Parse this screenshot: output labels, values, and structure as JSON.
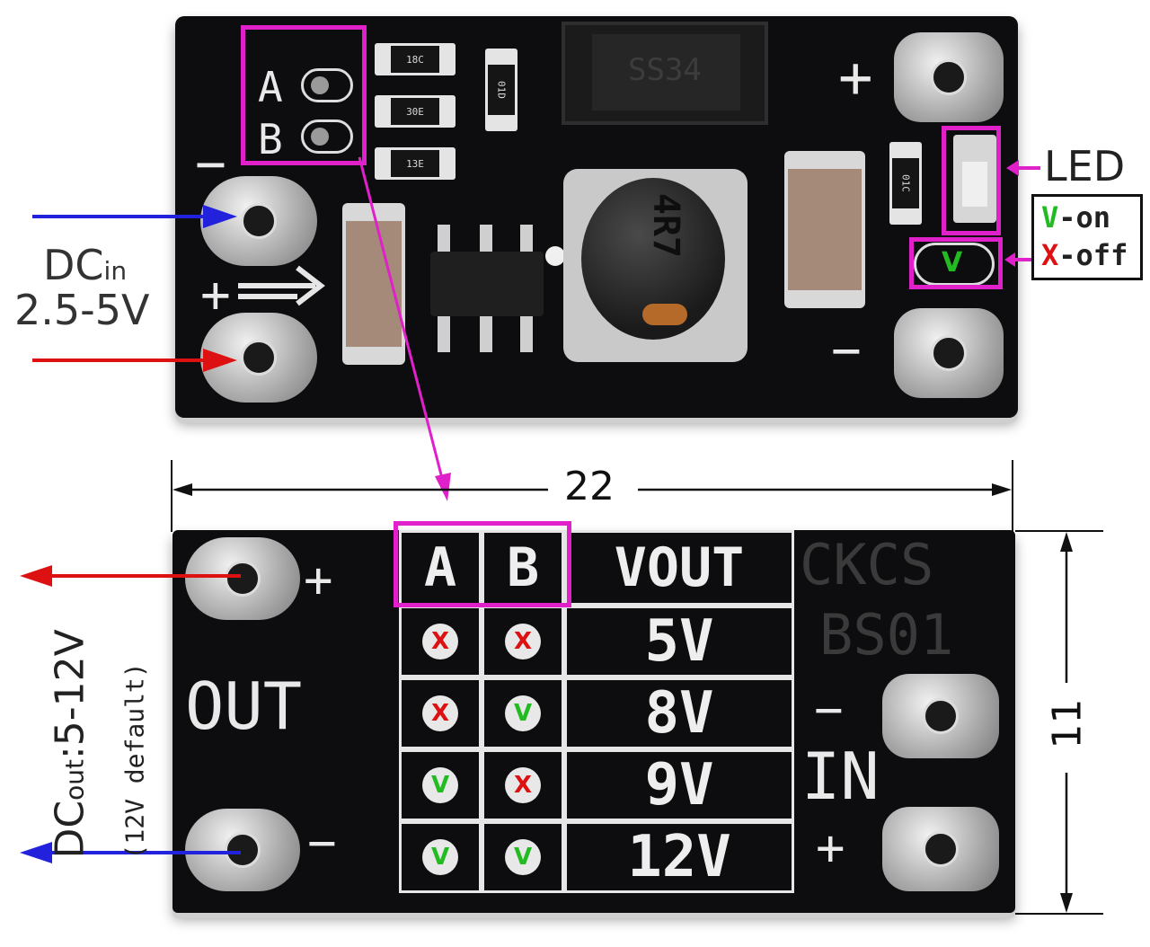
{
  "top_board": {
    "jumper_a": "A",
    "jumper_b": "B",
    "plus": "+",
    "minus": "−",
    "minus_right": "−",
    "res_1": "18C",
    "res_2": "30E",
    "res_3": "13E",
    "res_small": "01D",
    "res_small2": "01C",
    "inductor_code": "4R7",
    "diode_code": "SS34"
  },
  "input": {
    "label_dc": "DC",
    "label_sub": "in",
    "label_range": "2.5-5V"
  },
  "led": {
    "label": "LED",
    "on_symbol": "V",
    "on_text": "-on",
    "off_symbol": "X",
    "off_text": "-off",
    "pad_mark": "V"
  },
  "dimensions": {
    "width": "22",
    "height": "11"
  },
  "bottom_board": {
    "brand_line1": "CKCS",
    "brand_line2": "BS01",
    "out_label": "OUT",
    "in_label": "IN",
    "plus_top": "+",
    "minus_left": "−",
    "minus_right": "−",
    "plus_right": "+",
    "table": {
      "headers": [
        "A",
        "B",
        "VOUT"
      ],
      "rows": [
        {
          "a": "X",
          "b": "X",
          "vout": "5V"
        },
        {
          "a": "X",
          "b": "V",
          "vout": "8V"
        },
        {
          "a": "V",
          "b": "X",
          "vout": "9V"
        },
        {
          "a": "V",
          "b": "V",
          "vout": "12V"
        }
      ]
    }
  },
  "output": {
    "label_dc": "DC",
    "label_sub": "out",
    "label_range": ":5-12V",
    "label_default": "(12V default)"
  },
  "colors": {
    "magenta": "#e020c8",
    "red": "#dd1111",
    "blue": "#2222dd",
    "green": "#22bb22",
    "board": "#0d0d0f"
  }
}
